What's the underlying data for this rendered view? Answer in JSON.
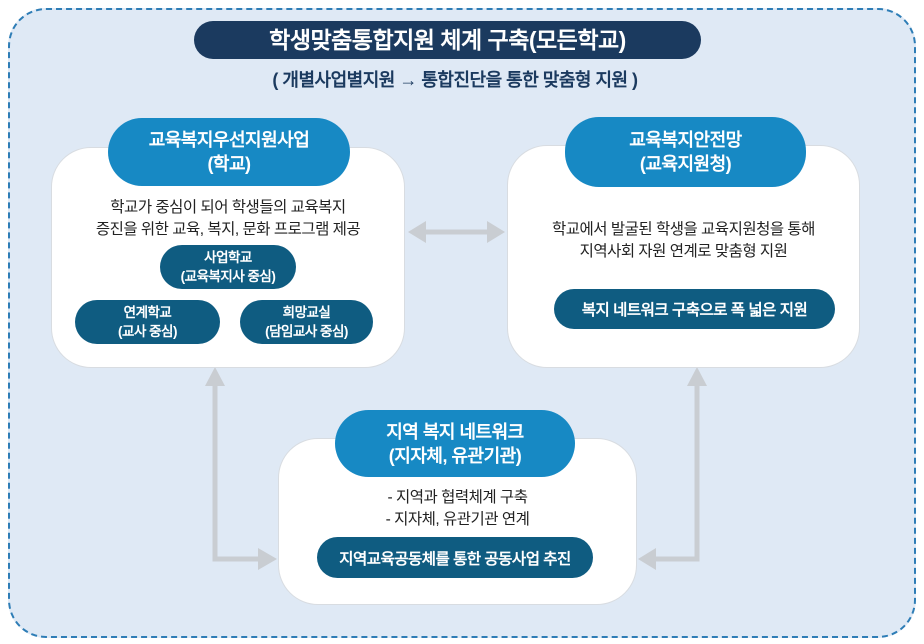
{
  "header": {
    "title": "학생맞춤통합지원 체계 구축(모든학교)",
    "subtitle": "( 개별사업별지원 → 통합진단을 통한 맞춤형 지원 )"
  },
  "cards": {
    "school": {
      "header_line1": "교육복지우선지원사업",
      "header_line2": "(학교)",
      "body_line1": "학교가 중심이 되어 학생들의 교육복지",
      "body_line2": "증진을 위한 교육, 복지, 문화 프로그램 제공",
      "pills": [
        {
          "line1": "사업학교",
          "line2": "(교육복지사 중심)"
        },
        {
          "line1": "연계학교",
          "line2": "(교사 중심)"
        },
        {
          "line1": "희망교실",
          "line2": "(담임교사 중심)"
        }
      ]
    },
    "office": {
      "header_line1": "교육복지안전망",
      "header_line2": "(교육지원청)",
      "body_line1": "학교에서 발굴된 학생을 교육지원청을 통해",
      "body_line2": "지역사회 자원 연계로 맞춤형 지원",
      "badge": "복지 네트워크 구축으로 폭 넓은 지원"
    },
    "region": {
      "header_line1": "지역 복지 네트워크",
      "header_line2": "(지자체, 유관기관)",
      "body_line1": "- 지역과 협력체계 구축",
      "body_line2": "- 지자체, 유관기관 연계",
      "badge": "지역교육공동체를 통한 공동사업 추진"
    }
  },
  "icons": {
    "left_right_arrow": "double-headed-horizontal-arrow",
    "school_region_arrow": "double-headed-elbow-arrow",
    "office_region_arrow": "double-headed-elbow-arrow"
  },
  "colors": {
    "navy": "#1b3a5f",
    "blue": "#1789c4",
    "teal": "#0f5c81",
    "arrow": "#c9cdd2",
    "bg": "#dfe9f5",
    "frame_border": "#2e7db6",
    "body_text": "#222222"
  }
}
